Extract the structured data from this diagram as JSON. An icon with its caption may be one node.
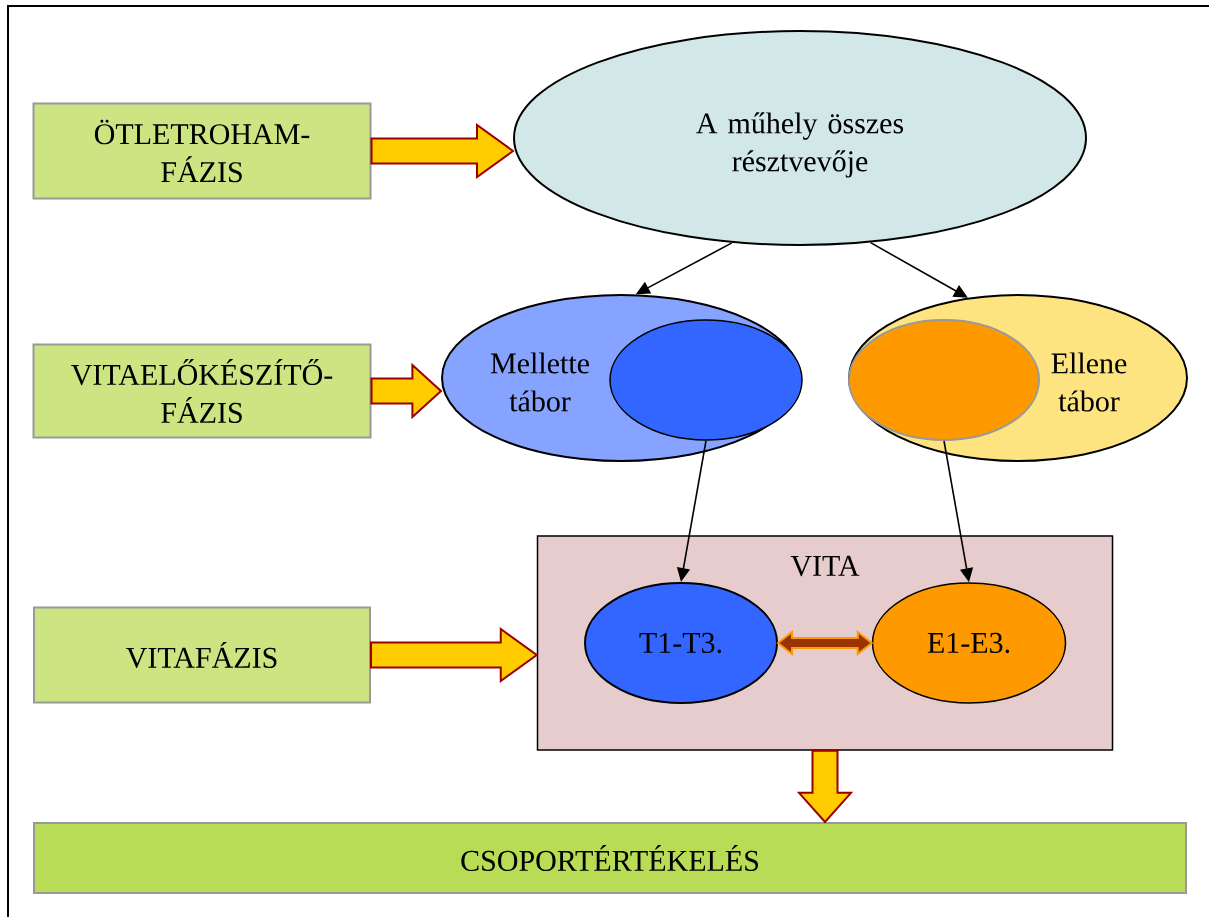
{
  "diagram": {
    "nodes": [
      {
        "text": [
          "ÖTLETROHAM- FÁZIS"
        ]
      },
      {
        "text": [
          "A műhely összes résztvevője"
        ]
      },
      {
        "text": [
          "VITAELŐKÉSZÍTŐ- FÁZIS"
        ]
      },
      {
        "text": [
          "Mellette tábor"
        ]
      },
      {
        "text": [],
        "shape": "ellipse",
        "in": 3
      },
      {
        "text": [
          "Ellene tábor"
        ]
      },
      {
        "text": [],
        "shape": "ellipse",
        "in": 5
      },
      {
        "text": [
          "VITAFÁZIS"
        ]
      },
      {
        "text": [
          "VITA"
        ]
      },
      {
        "text": [
          "T1-T3."
        ],
        "in": 8
      },
      {
        "text": [
          "E1-E3."
        ],
        "in": 8
      },
      {
        "text": [
          "CSOPORTÉRTÉKELÉS"
        ]
      }
    ],
    "edges": [
      {
        "from": 0,
        "to": 1,
        "arrow": "to",
        "style": "thick",
        "color": "#ffcc00"
      },
      {
        "from": 1,
        "to": 3,
        "arrow": "to"
      },
      {
        "from": 1,
        "to": 5,
        "arrow": "to"
      },
      {
        "from": 2,
        "to": 3,
        "arrow": "to",
        "style": "thick",
        "color": "#ffcc00"
      },
      {
        "from": 4,
        "to": 9,
        "arrow": "to"
      },
      {
        "from": 6,
        "to": 10,
        "arrow": "to"
      },
      {
        "from": 7,
        "to": 8,
        "arrow": "to",
        "style": "thick",
        "color": "#ffcc00"
      },
      {
        "from": 9,
        "to": 10,
        "arrow": "both",
        "style": "thick",
        "color": "#993300"
      },
      {
        "from": 8,
        "to": 11,
        "arrow": "to",
        "style": "thick",
        "color": "#ffcc00"
      }
    ]
  }
}
